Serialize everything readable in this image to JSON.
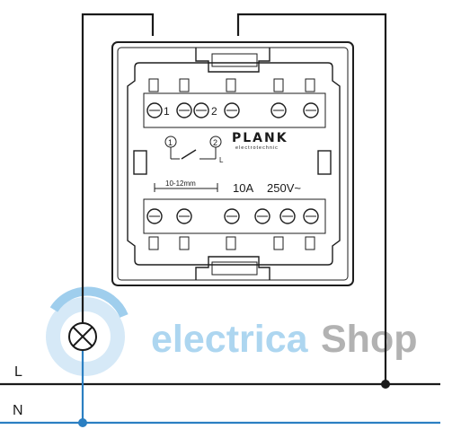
{
  "lines": {
    "live": "L",
    "neutral": "N"
  },
  "device": {
    "brand": "PLANK",
    "brand_sub": "electrotechnic",
    "terminal_1": "1",
    "terminal_2": "2",
    "strip_length": "10-12mm",
    "rating_current": "10A",
    "rating_voltage": "250V~",
    "schema_1": "1",
    "schema_2": "2",
    "schema_l": "L"
  },
  "watermark": {
    "text_main": "electrica",
    "text_accent": "Shop"
  },
  "colors": {
    "wire": "#1a1a1a",
    "neutral": "#2b7fc2",
    "watermark_blue": "#8fc6ea",
    "watermark_gray": "#9a9a9a"
  }
}
